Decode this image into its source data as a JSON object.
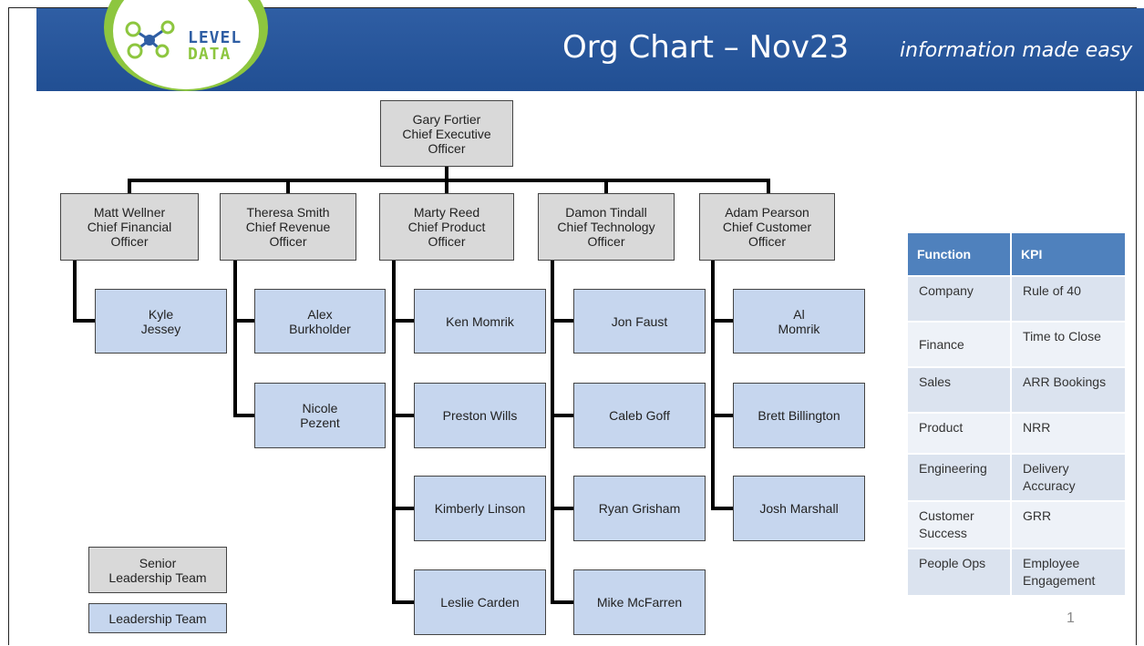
{
  "header": {
    "logo": {
      "line1": "LEVEL",
      "line2": "DATA"
    },
    "title": "Org Chart – Nov23",
    "tagline": "information made easy",
    "colors": {
      "banner": "#2f5ea4",
      "logo_green": "#8dc63f"
    }
  },
  "org": {
    "ceo": {
      "name": "Gary Fortier",
      "role": "Chief Executive Officer"
    },
    "executives": [
      {
        "name": "Matt Wellner",
        "role": "Chief Financial Officer",
        "reports": [
          "Kyle Jessey"
        ]
      },
      {
        "name": "Theresa Smith",
        "role": "Chief Revenue Officer",
        "reports": [
          "Alex Burkholder",
          "Nicole Pezent"
        ]
      },
      {
        "name": "Marty Reed",
        "role": "Chief Product Officer",
        "reports": [
          "Ken Momrik",
          "Preston Wills",
          "Kimberly Linson",
          "Leslie Carden"
        ]
      },
      {
        "name": "Damon Tindall",
        "role": "Chief Technology Officer",
        "reports": [
          "Jon Faust",
          "Caleb Goff",
          "Ryan Grisham",
          "Mike McFarren"
        ]
      },
      {
        "name": "Adam Pearson",
        "role": "Chief Customer Officer",
        "reports": [
          "Al Momrik",
          "Brett Billington",
          "Josh Marshall"
        ]
      }
    ]
  },
  "legend": {
    "senior": "Senior Leadership Team",
    "leadership": "Leadership Team",
    "colors": {
      "senior": "#d9d9d9",
      "leadership": "#c6d6ee"
    }
  },
  "kpi_table": {
    "headers": [
      "Function",
      "KPI"
    ],
    "rows": [
      [
        "Company",
        "Rule of 40"
      ],
      [
        "Finance",
        "Time to Close"
      ],
      [
        "Sales",
        "ARR Bookings"
      ],
      [
        "Product",
        "NRR"
      ],
      [
        "Engineering",
        "Delivery Accuracy"
      ],
      [
        "Customer Success",
        "GRR"
      ],
      [
        "People Ops",
        "Employee Engagement"
      ]
    ],
    "header_color": "#4f81bd"
  },
  "page_number": "1"
}
